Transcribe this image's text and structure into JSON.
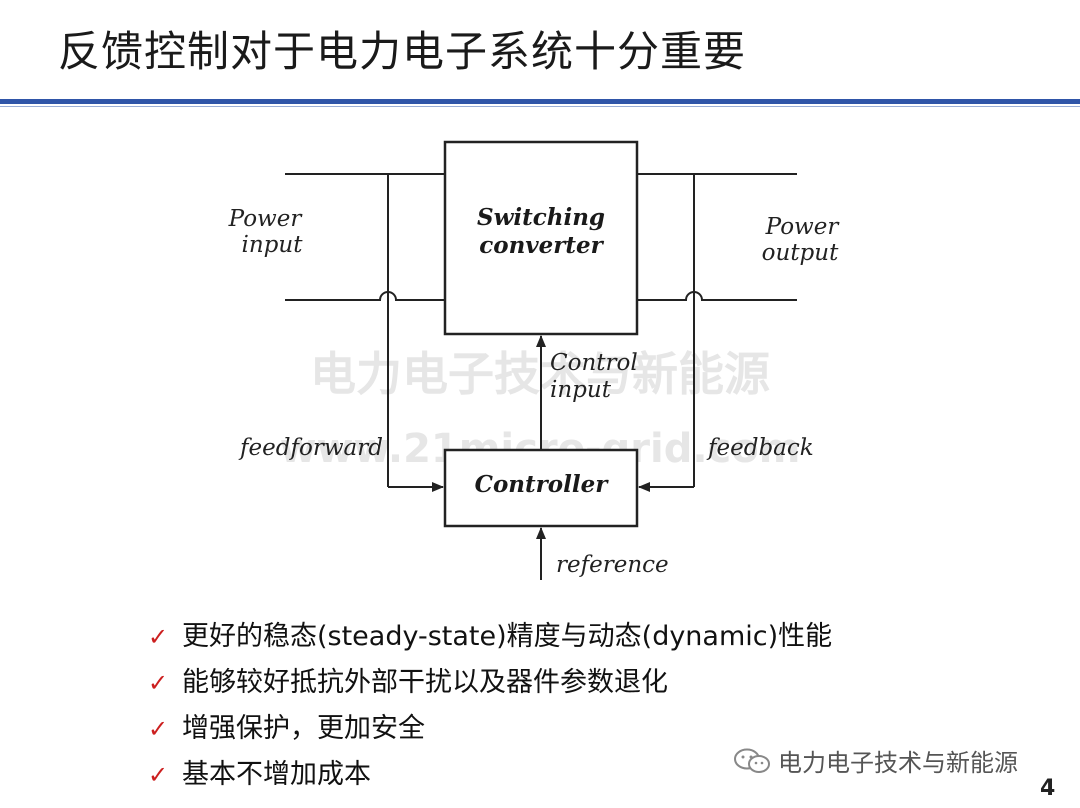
{
  "title": "反馈控制对于电力电子系统十分重要",
  "diagram": {
    "power_input": [
      "Power",
      "input"
    ],
    "power_output": [
      "Power",
      "output"
    ],
    "converter": [
      "Switching",
      "converter"
    ],
    "control_input": [
      "Control",
      "input"
    ],
    "controller": "Controller",
    "feedforward": "feedforward",
    "feedback": "feedback",
    "reference": "reference",
    "watermark_cn": "电力电子技术与新能源",
    "watermark_url": "www.21micro-grid.com"
  },
  "bullets": [
    "更好的稳态(steady-state)精度与动态(dynamic)性能",
    "能够较好抵抗外部干扰以及器件参数退化",
    "增强保护，更加安全",
    "基本不增加成本"
  ],
  "bullet_icon": "check-icon",
  "brand": "电力电子技术与新能源",
  "brand_icon": "wechat-icon",
  "page_number": "4",
  "colors": {
    "accent": "#2f55a8",
    "check": "#cc1f1f"
  }
}
